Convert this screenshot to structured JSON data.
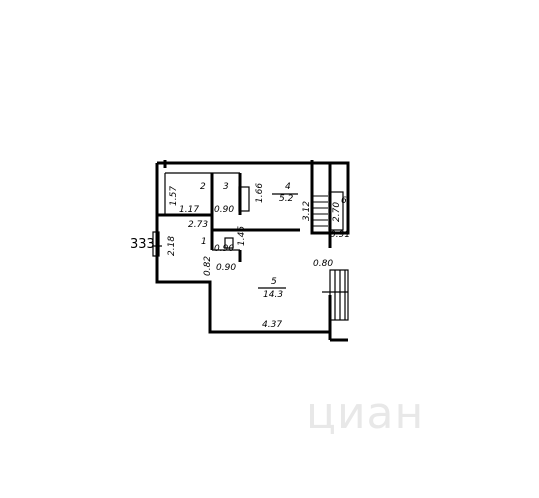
{
  "plan": {
    "rooms": [
      {
        "number": "1"
      },
      {
        "number": "2"
      },
      {
        "number": "3"
      },
      {
        "number": "4",
        "area": "5.2"
      },
      {
        "number": "5",
        "area": "14.3"
      },
      {
        "number": "6"
      }
    ],
    "dimensions": {
      "d_1_57": "1.57",
      "d_1_17": "1.17",
      "d_0_90_a": "0.90",
      "d_1_66": "1.66",
      "d_2_73": "2.73",
      "d_3_12": "3.12",
      "d_2_70": "2.70",
      "d_0_91": "0.91",
      "d_2_18": "2.18",
      "d_0_90_b": "0.90",
      "d_1_45": "1.45",
      "d_0_82": "0.82",
      "d_0_90_c": "0.90",
      "d_0_80": "0.80",
      "d_4_37": "4.37"
    },
    "side_label": "333"
  },
  "watermark": "циан"
}
